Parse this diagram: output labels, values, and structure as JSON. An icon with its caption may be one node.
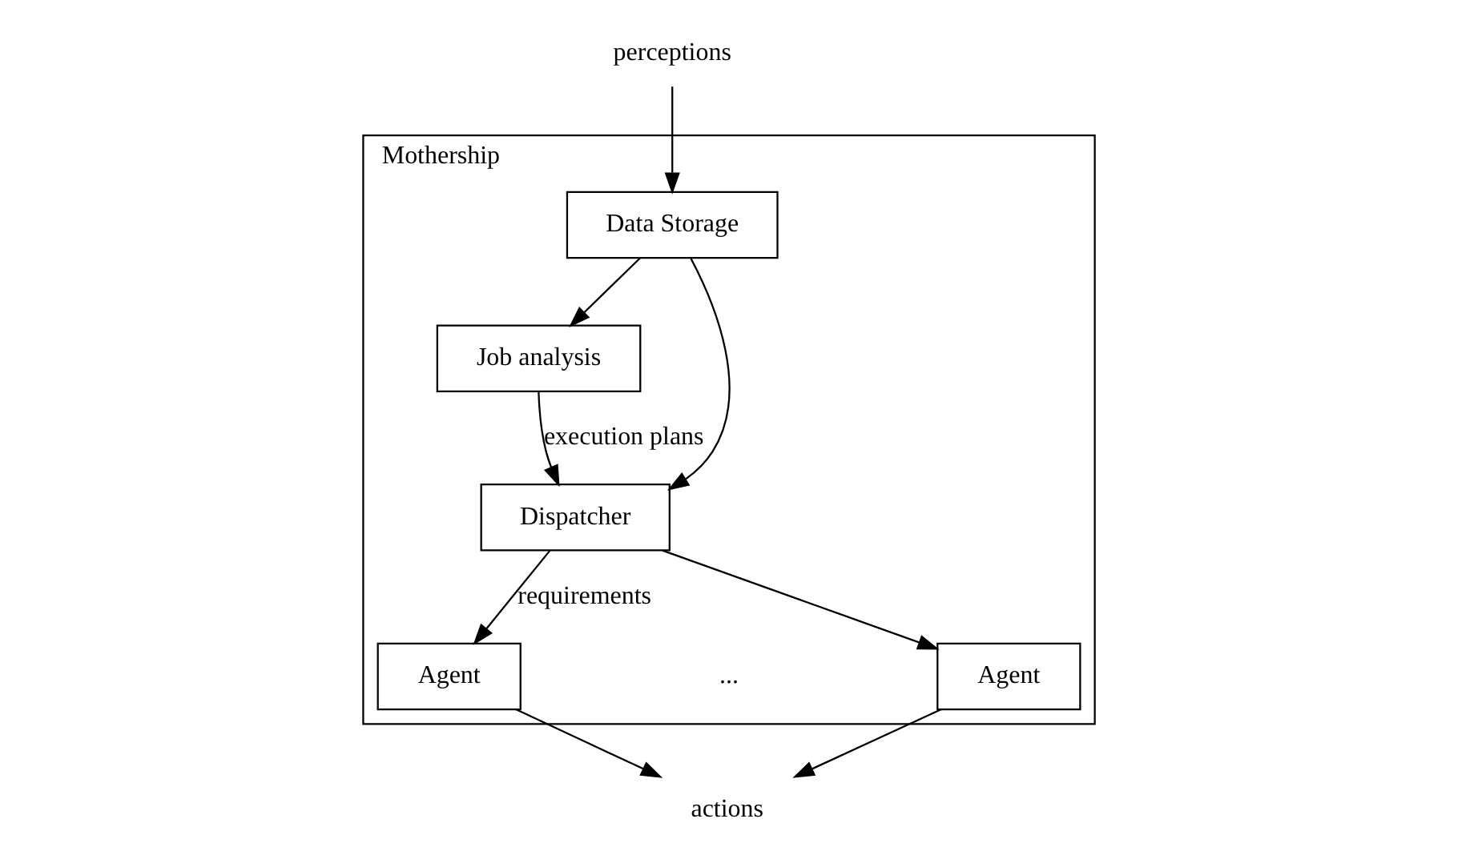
{
  "diagram": {
    "nodes": [
      {
        "text": [
          "Mothership"
        ]
      },
      {
        "text": [
          "perceptions"
        ]
      },
      {
        "text": [
          "Data Storage"
        ],
        "in": 0
      },
      {
        "text": [
          "Job analysis"
        ],
        "in": 0
      },
      {
        "text": [
          "Dispatcher"
        ],
        "in": 0
      },
      {
        "text": [
          "Agent"
        ],
        "in": 0
      },
      {
        "text": [
          "Agent"
        ],
        "in": 0
      },
      {
        "text": [
          "actions"
        ]
      }
    ],
    "edges": [
      {
        "from": 1,
        "to": 2,
        "arrow": "to"
      },
      {
        "from": 2,
        "to": 3,
        "arrow": "to"
      },
      {
        "from": 2,
        "to": 4,
        "arrow": "to"
      },
      {
        "from": 3,
        "to": 4,
        "arrow": "to",
        "label": "execution plans"
      },
      {
        "from": 4,
        "to": 5,
        "arrow": "to",
        "label": "requirements"
      },
      {
        "from": 4,
        "to": 6,
        "arrow": "to"
      },
      {
        "from": 5,
        "to": 7,
        "arrow": "to"
      },
      {
        "from": 6,
        "to": 7,
        "arrow": "to"
      }
    ],
    "labels": [
      "..."
    ]
  }
}
